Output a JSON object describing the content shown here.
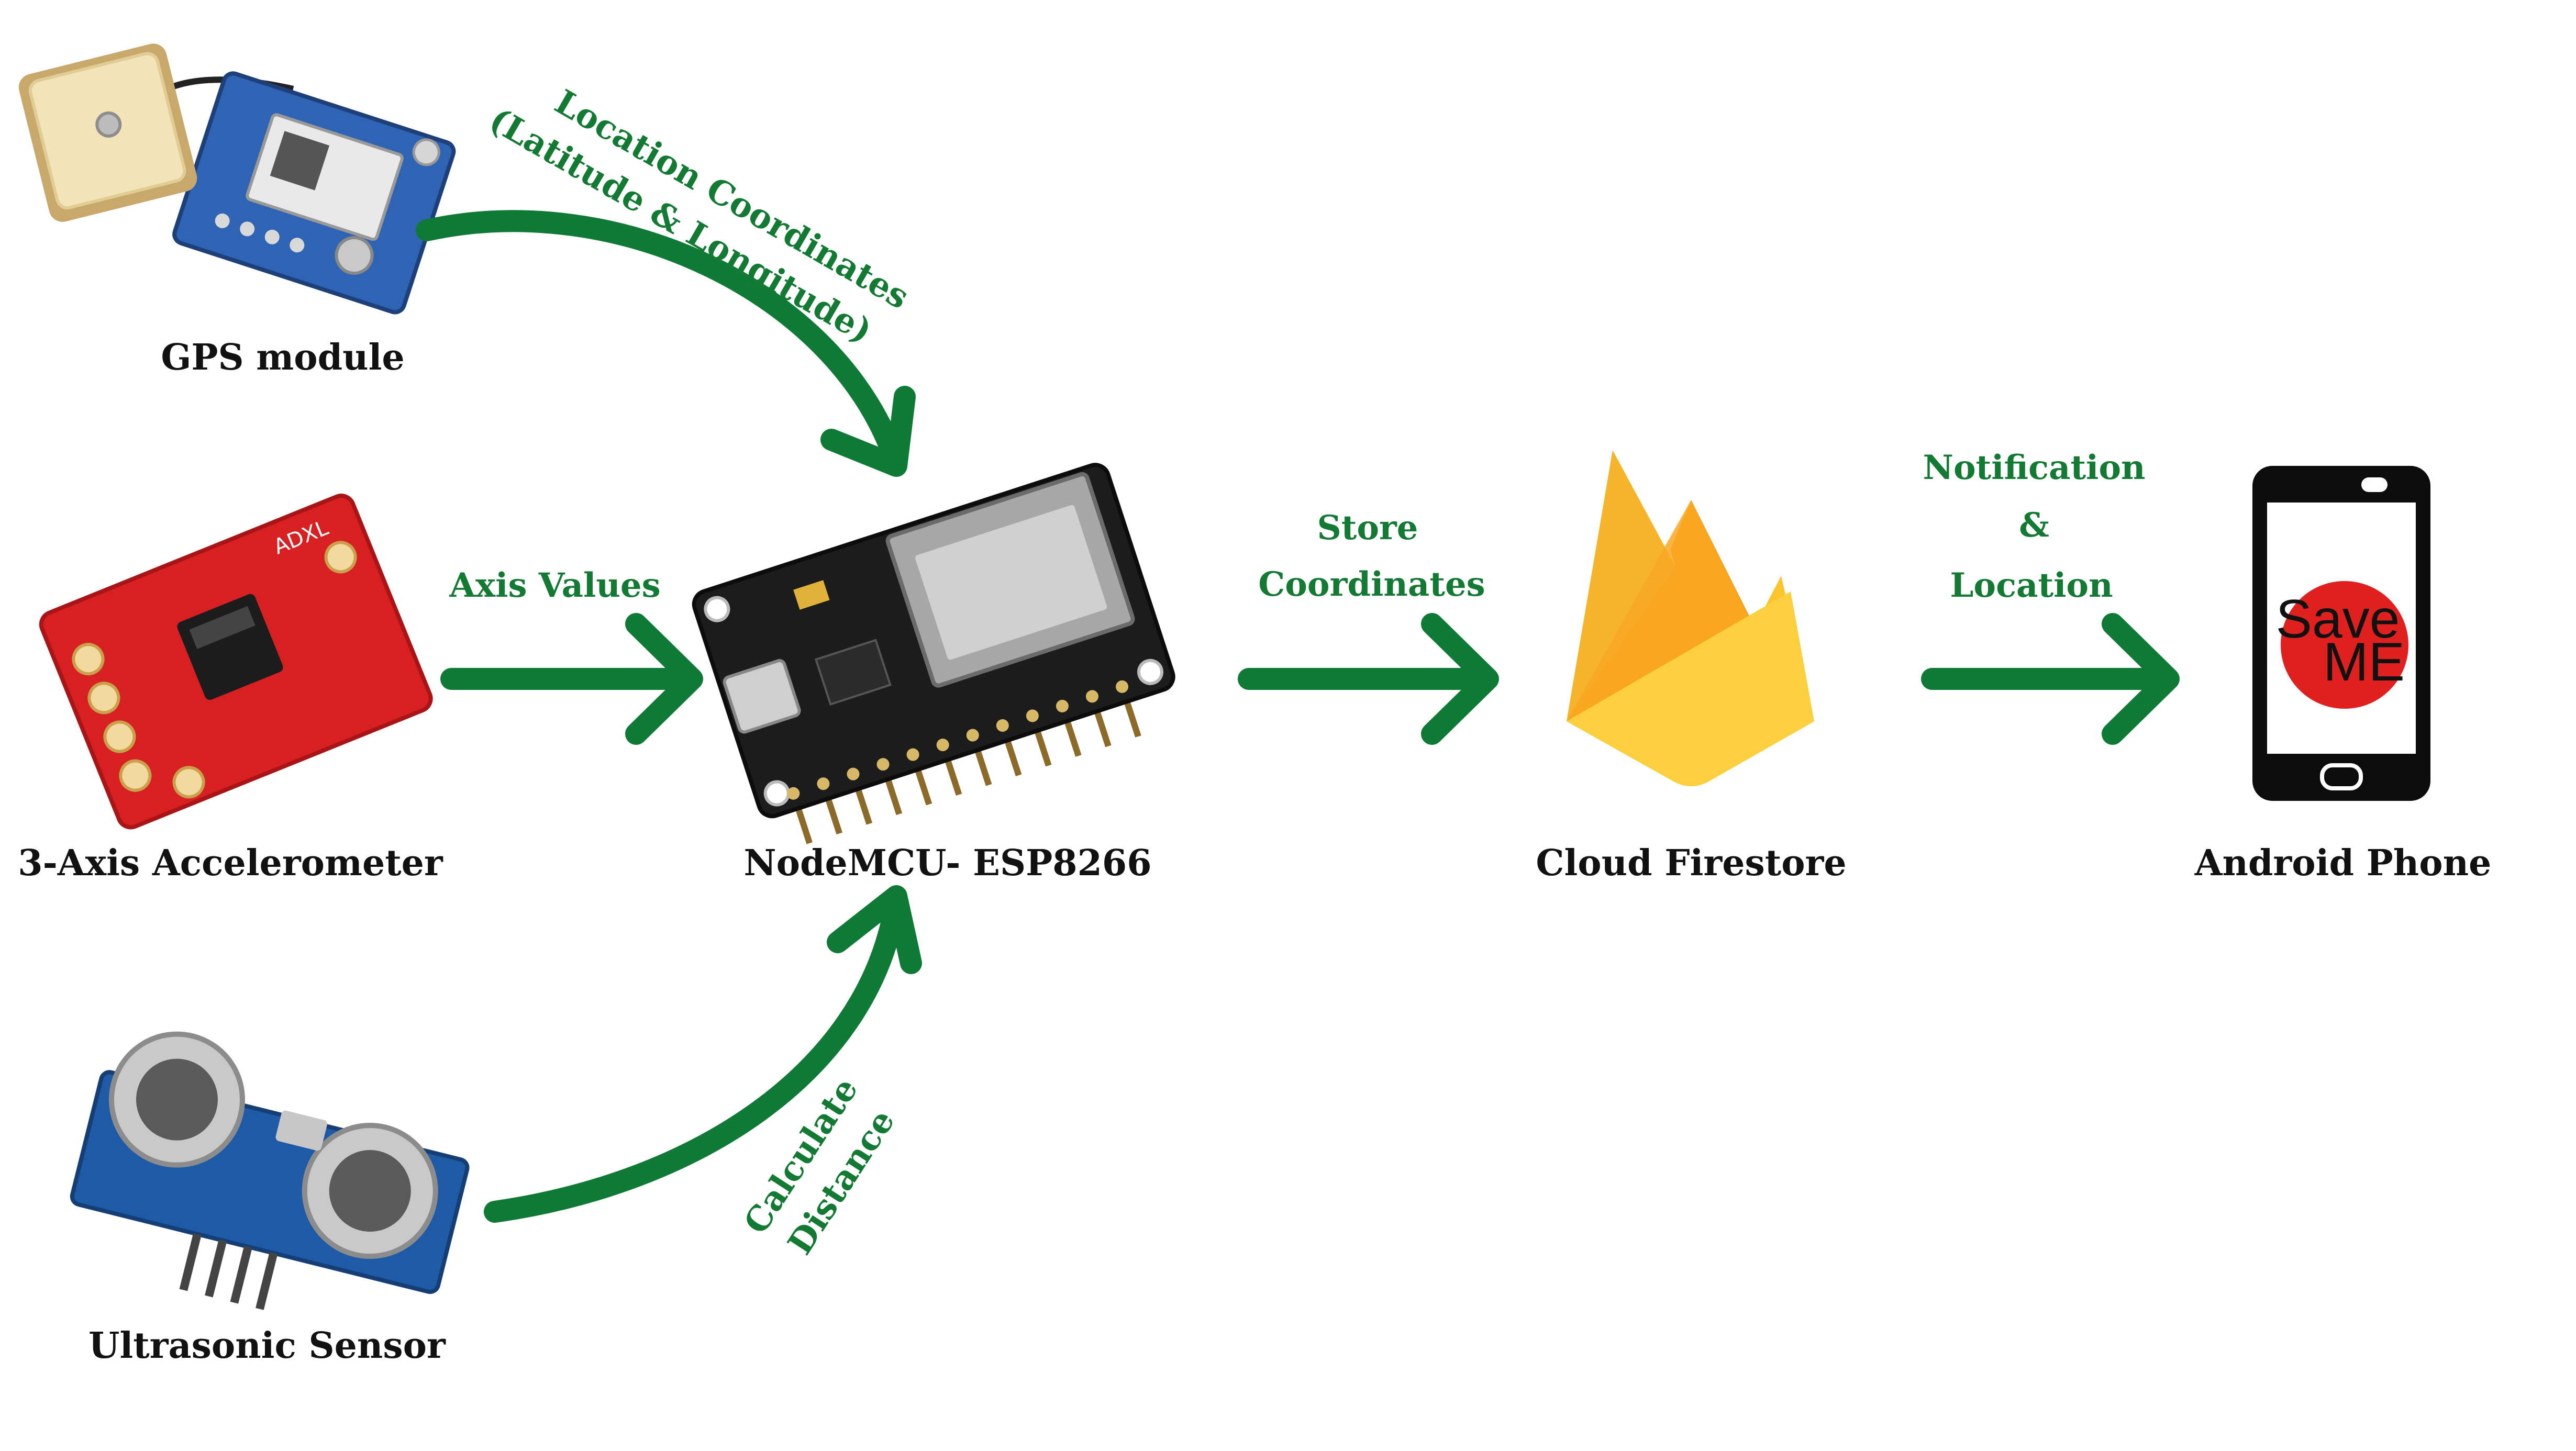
{
  "colors": {
    "arrow": "#0f7a35",
    "edge_text": "#137a33",
    "node_text": "#111111",
    "pcb_blue": "#2f64b5",
    "pcb_red": "#d82023",
    "pcb_black": "#1c1c1c",
    "firebase_yellow": "#fbc52d",
    "firebase_orange": "#f39b13",
    "firebase_amber": "#f6b42a",
    "saveme_red": "#e01f1f"
  },
  "nodes": {
    "gps": {
      "label": "GPS module",
      "icon": "gps-module-icon"
    },
    "accelerometer": {
      "label": "3-Axis Accelerometer",
      "icon": "accelerometer-icon"
    },
    "ultrasonic": {
      "label": "Ultrasonic Sensor",
      "icon": "ultrasonic-sensor-icon"
    },
    "nodemcu": {
      "label": "NodeMCU- ESP8266",
      "icon": "nodemcu-board-icon"
    },
    "firestore": {
      "label": "Cloud Firestore",
      "icon": "firebase-logo-icon"
    },
    "phone": {
      "label": "Android Phone",
      "icon": "smartphone-icon",
      "app_logo_line1": "Save",
      "app_logo_line2": "ME"
    }
  },
  "edges": {
    "gps_to_mcu": {
      "line1": "Location Coordinates",
      "line2": "(Latitude & Longitude)"
    },
    "accel_to_mcu": {
      "line1": "Axis Values"
    },
    "ultra_to_mcu": {
      "line1": "Calculate",
      "line2": "Distance"
    },
    "mcu_to_firestore": {
      "line1": "Store",
      "line2": "Coordinates"
    },
    "firestore_to_phone": {
      "line1": "Notification",
      "line2": "&",
      "line3": "Location"
    }
  }
}
